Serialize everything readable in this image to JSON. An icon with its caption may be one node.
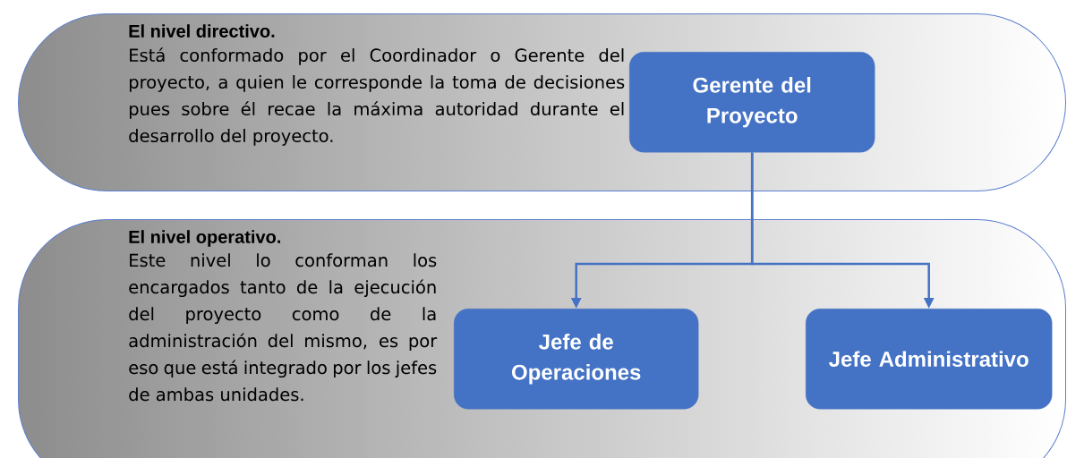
{
  "diagram": {
    "nodes": [
      {
        "text": [
          "El nivel directivo.",
          "Está conformado por el Coordinador o Gerente del proyecto, a quien le corresponde la toma de decisiones pues sobre él recae la máxima autoridad durante el desarrollo del proyecto."
        ]
      },
      {
        "text": [
          "Gerente del Proyecto"
        ],
        "in": 0
      },
      {
        "text": [
          "El nivel operativo.",
          "Este nivel lo conforman los encargados tanto de la ejecución del proyecto como de la administración del mismo, es por eso que está integrado por los jefes de ambas unidades."
        ]
      },
      {
        "text": [
          "Jefe de Operaciones"
        ],
        "in": 2
      },
      {
        "text": [
          "Jefe Administrativo"
        ],
        "in": 2
      }
    ],
    "edges": [
      {
        "from": 1,
        "to": 3,
        "arrow": "to"
      },
      {
        "from": 1,
        "to": 4,
        "arrow": "to"
      }
    ]
  }
}
